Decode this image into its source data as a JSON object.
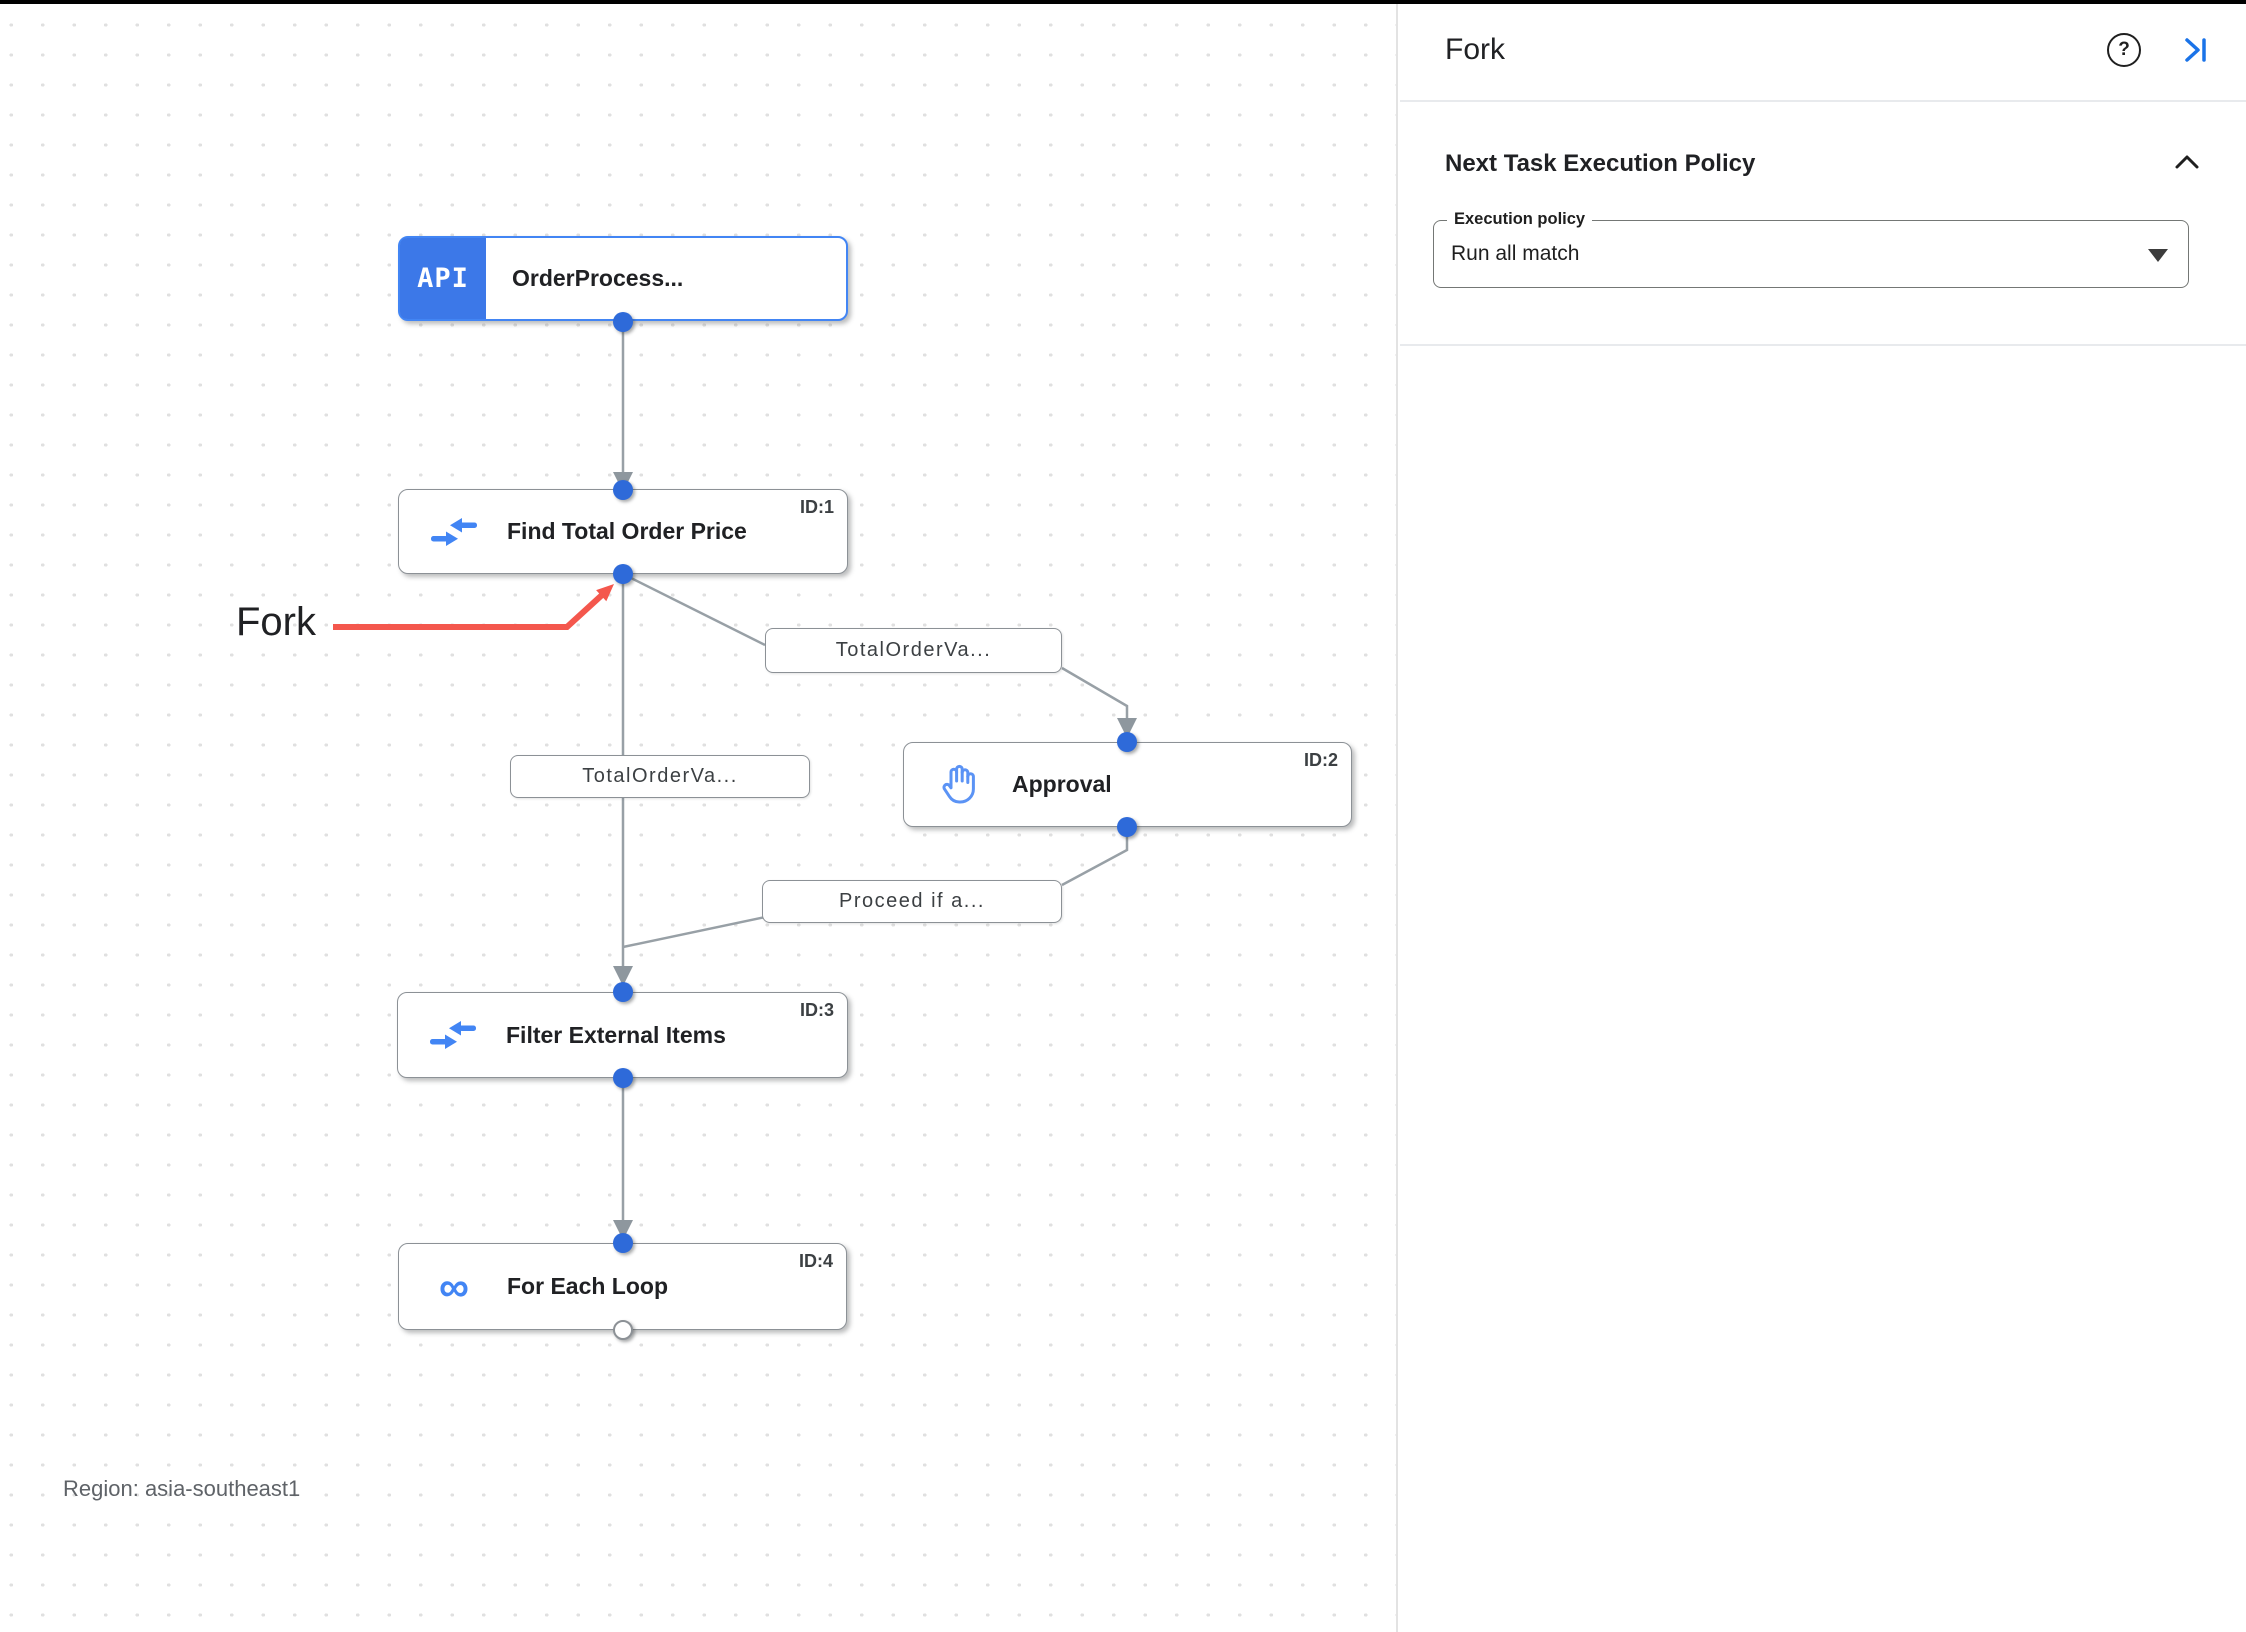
{
  "panel": {
    "title": "Fork",
    "help_glyph": "?",
    "section": {
      "title": "Next Task Execution Policy",
      "execution_policy": {
        "label": "Execution policy",
        "value": "Run all match"
      }
    }
  },
  "canvas": {
    "fork_callout": "Fork",
    "region_label": "Region: asia-southeast1",
    "trigger_badge": "API",
    "icons": {
      "loop_glyph": "∞"
    },
    "nodes": [
      {
        "id": "",
        "title": "OrderProcess...",
        "icon": "api-trigger"
      },
      {
        "id": "ID:1",
        "title": "Find Total Order Price",
        "icon": "data-mapping"
      },
      {
        "id": "ID:2",
        "title": "Approval",
        "icon": "hand"
      },
      {
        "id": "ID:3",
        "title": "Filter External Items",
        "icon": "data-mapping"
      },
      {
        "id": "ID:4",
        "title": "For Each Loop",
        "icon": "loop"
      }
    ],
    "edge_labels": [
      {
        "text": "TotalOrderVa..."
      },
      {
        "text": "TotalOrderVa..."
      },
      {
        "text": "Proceed if a..."
      }
    ]
  },
  "colors": {
    "accent-blue": "#4285F4",
    "trigger-badge-blue": "#3C78E8",
    "connector-blue": "#2E6AD9",
    "edge-gray": "#98A0A6",
    "callout-red": "#F4574D",
    "panel-link-blue": "#1A73E8",
    "text-primary": "#202124",
    "text-secondary": "#5F6368",
    "divider": "#E8EAED",
    "node-border": "#8C9196",
    "grid-dot": "#E0E0E0"
  }
}
